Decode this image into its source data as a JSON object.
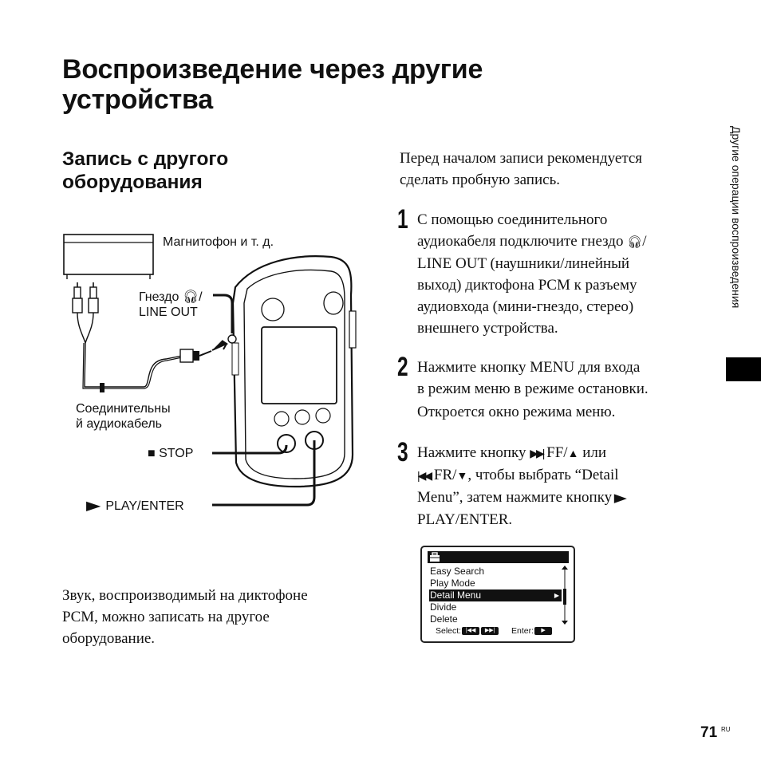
{
  "title": {
    "line1": "Воспроизведение через другие",
    "line2": "устройства"
  },
  "section": {
    "line1": "Запись с другого",
    "line2": "оборудования"
  },
  "side_tab": "Другие операции воспроизведения",
  "diagram": {
    "recorder_label": "Магнитофон и т. д.",
    "jack_label_1": "Гнездо ",
    "jack_label_2": "LINE OUT",
    "cable_label_1": "Соединительны",
    "cable_label_2": "й аудиокабель",
    "stop_label": "STOP",
    "play_label": "PLAY/ENTER"
  },
  "intro": {
    "line1": "Перед началом записи рекомендуется",
    "line2": "сделать пробную запись."
  },
  "steps": [
    {
      "number": "1",
      "lines": [
        "С помощью соединительного",
        "аудиокабеля подключите гнездо",
        "LINE OUT (наушники/линейный",
        "выход) диктофона PCM к разъему",
        "аудиовхода (мини-гнездо, стерео)",
        "внешнего устройства."
      ]
    },
    {
      "number": "2",
      "lines": [
        "Нажмите кнопку MENU для входа",
        "в режим меню в режиме остановки.",
        "Откроется окно режима меню."
      ]
    },
    {
      "number": "3",
      "lines": [
        "Нажмите кнопку",
        "FF/",
        "или",
        "FR/",
        ", чтобы выбрать “Detail",
        "Menu”, затем нажмите кнопку",
        "PLAY/ENTER."
      ]
    }
  ],
  "screen": {
    "menu_items": [
      "Easy Search",
      "Play Mode",
      "Detail Menu",
      "Divide",
      "Delete"
    ],
    "selected_index": 2,
    "select_label": "Select:",
    "enter_label": "Enter:"
  },
  "bottom_text": {
    "line1": "Звук, воспроизводимый на диктофоне",
    "line2": "PCM, можно записать на другое",
    "line3": "оборудование."
  },
  "page": {
    "number": "71",
    "lang": "RU"
  }
}
